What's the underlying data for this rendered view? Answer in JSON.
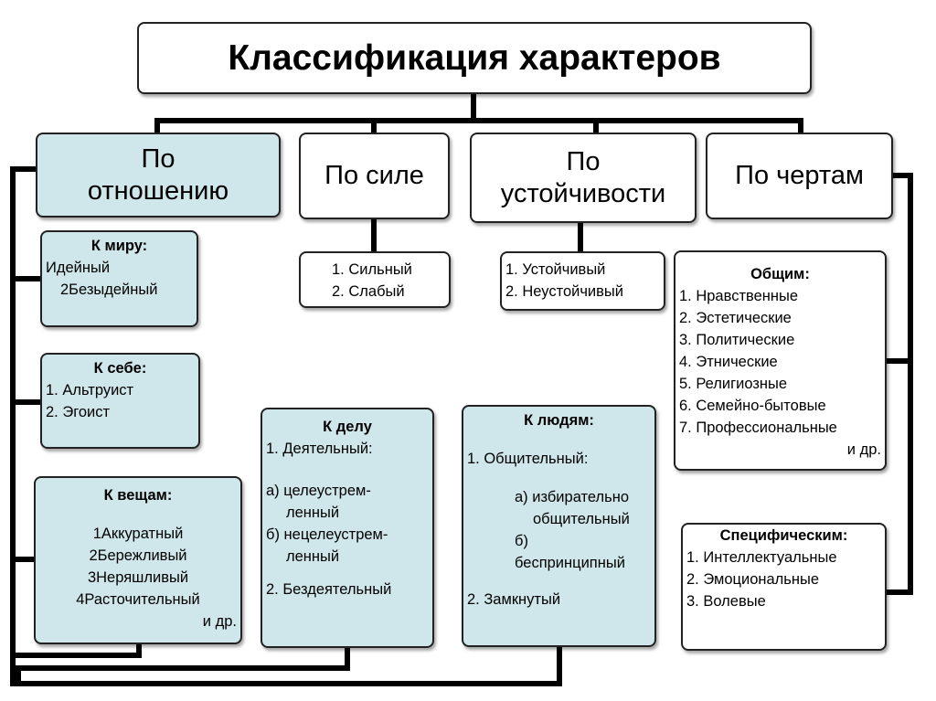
{
  "title": "Классификация характеров",
  "categories": {
    "relation": "По\nотношению",
    "strength": "По силе",
    "stability": "По\nустойчивости",
    "traits": "По чертам"
  },
  "to_world": {
    "heading": "К миру:",
    "items": [
      "Идейный",
      "2Безыдейный"
    ]
  },
  "to_self": {
    "heading": "К себе:",
    "items": [
      "1. Альтруист",
      "2. Эгоист"
    ]
  },
  "to_things": {
    "heading": "К вещам:",
    "items": [
      "1Аккуратный",
      "2Бережливый",
      "3Неряшливый",
      "4Расточительный"
    ],
    "etc": "и др."
  },
  "strength": {
    "items": [
      "1. Сильный",
      "2. Слабый"
    ]
  },
  "stability": {
    "items": [
      "1. Устойчивый",
      "2. Неустойчивый"
    ]
  },
  "to_work": {
    "heading": "К делу",
    "item1": "1. Деятельный:",
    "a1": "а) целеустрем-",
    "a2": "ленный",
    "b1": "б) нецелеустрем-",
    "b2": "ленный",
    "item2": "2. Бездеятельный"
  },
  "to_people": {
    "heading": "К людям:",
    "item1": "1. Общительный:",
    "a1": "а) избирательно",
    "a2": "общительный",
    "b1": "б)",
    "b2": "беспринципный",
    "item2": "2. Замкнутый"
  },
  "general": {
    "heading": "Общим:",
    "items": [
      "1. Нравственные",
      "2. Эстетические",
      "3. Политические",
      "4. Этнические",
      "5. Религиозные",
      "6. Семейно-бытовые",
      "7. Профессиональные"
    ],
    "etc": "и др."
  },
  "specific": {
    "heading": "Специфическим:",
    "items": [
      "1. Интеллектуальные",
      "2. Эмоциональные",
      "3. Волевые"
    ]
  },
  "colors": {
    "teal_fill": "#cfe6ea",
    "line": "#000000",
    "border": "#222222"
  }
}
